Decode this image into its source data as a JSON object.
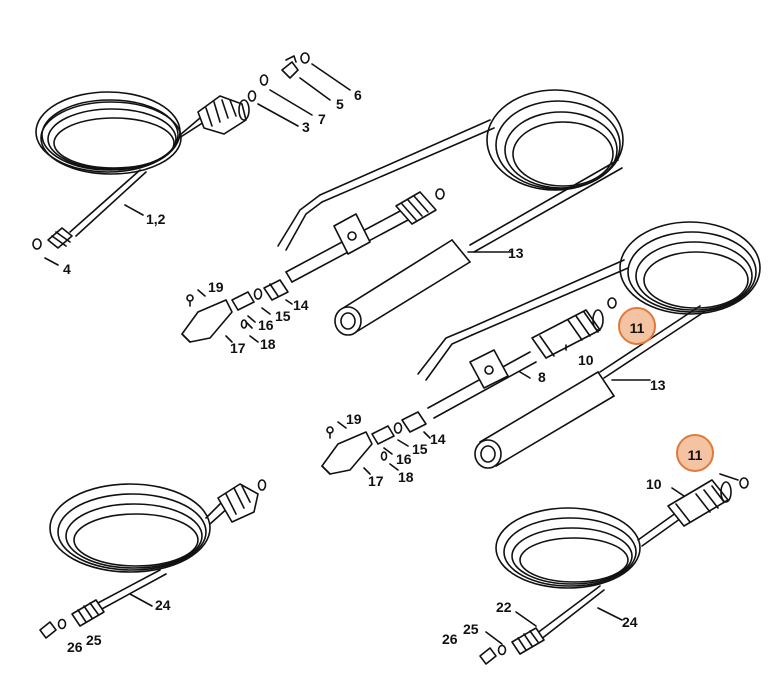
{
  "highlight_color": "#e07a3a",
  "labels": {
    "l1_2": "1,2",
    "l3": "3",
    "l4": "4",
    "l5": "5",
    "l6": "6",
    "l7": "7",
    "l8": "8",
    "l10a": "10",
    "l10b": "10",
    "l11a": "11",
    "l11b": "11",
    "l13a": "13",
    "l13b": "13",
    "l14a": "14",
    "l14b": "14",
    "l15a": "15",
    "l15b": "15",
    "l16a": "16",
    "l16b": "16",
    "l17a": "17",
    "l17b": "17",
    "l18a": "18",
    "l18b": "18",
    "l19a": "19",
    "l19b": "19",
    "l22": "22",
    "l24a": "24",
    "l24b": "24",
    "l25a": "25",
    "l25b": "25",
    "l26a": "26",
    "l26b": "26"
  }
}
